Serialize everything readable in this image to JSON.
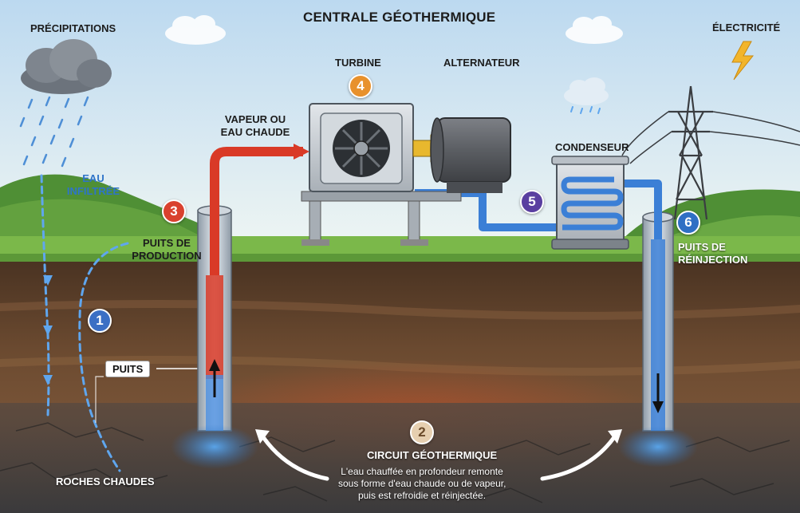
{
  "title": "CENTRALE GÉOTHERMIQUE",
  "labels": {
    "precipitations": "PRÉCIPITATIONS",
    "electricite": "ÉLECTRICITÉ",
    "turbine": "TURBINE",
    "alternateur": "ALTERNATEUR",
    "vapeur_line1": "VAPEUR OU",
    "vapeur_line2": "EAU CHAUDE",
    "condenseur": "CONDENSEUR",
    "eau_line1": "EAU",
    "eau_line2": "INFILTRÉE",
    "prod_line1": "PUITS DE",
    "prod_line2": "PRODUCTION",
    "reinj_line1": "PUITS DE",
    "reinj_line2": "RÉINJECTION",
    "puits": "PUITS",
    "circuit": "CIRCUIT GÉOTHERMIQUE",
    "roches": "ROCHES CHAUDES"
  },
  "description": [
    "L'eau chauffée en profondeur remonte",
    "sous forme d'eau chaude ou de vapeur,",
    "puis est refroidie et réinjectée."
  ],
  "badges": [
    {
      "num": "1",
      "color": "#3b6fc4"
    },
    {
      "num": "2",
      "color": "#e6cfb0"
    },
    {
      "num": "3",
      "color": "#d9412e"
    },
    {
      "num": "4",
      "color": "#e8912c"
    },
    {
      "num": "5",
      "color": "#5a3fa0"
    },
    {
      "num": "6",
      "color": "#2f6fc4"
    }
  ],
  "icons": {
    "cloud": "rain-cloud-icon",
    "lightning": "lightning-icon",
    "pylon": "power-pylon-icon",
    "turbine": "turbine-icon",
    "alternator": "alternator-icon",
    "condenser": "condenser-icon"
  },
  "colors": {
    "hot_pipe": "#d93a27",
    "cold_pipe": "#3b7fd6",
    "sky": "#cfe4f4",
    "grass": "#6fae3c",
    "soil": "#5a3a24"
  }
}
